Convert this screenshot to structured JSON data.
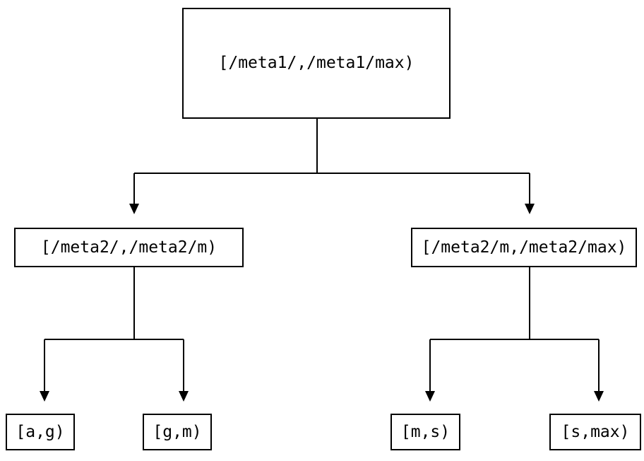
{
  "diagram": {
    "type": "tree",
    "background_color": "#ffffff",
    "line_color": "#000000",
    "nodes": {
      "root": {
        "label": "[/meta1/,/meta1/max)"
      },
      "left": {
        "label": "[/meta2/,/meta2/m)"
      },
      "right": {
        "label": "[/meta2/m,/meta2/max)"
      },
      "leaf_ag": {
        "label": "[a,g)"
      },
      "leaf_gm": {
        "label": "[g,m)"
      },
      "leaf_ms": {
        "label": "[m,s)"
      },
      "leaf_smax": {
        "label": "[s,max)"
      }
    },
    "edges": [
      {
        "from": "root",
        "to": "left"
      },
      {
        "from": "root",
        "to": "right"
      },
      {
        "from": "left",
        "to": "leaf_ag"
      },
      {
        "from": "left",
        "to": "leaf_gm"
      },
      {
        "from": "right",
        "to": "leaf_ms"
      },
      {
        "from": "right",
        "to": "leaf_smax"
      }
    ]
  }
}
